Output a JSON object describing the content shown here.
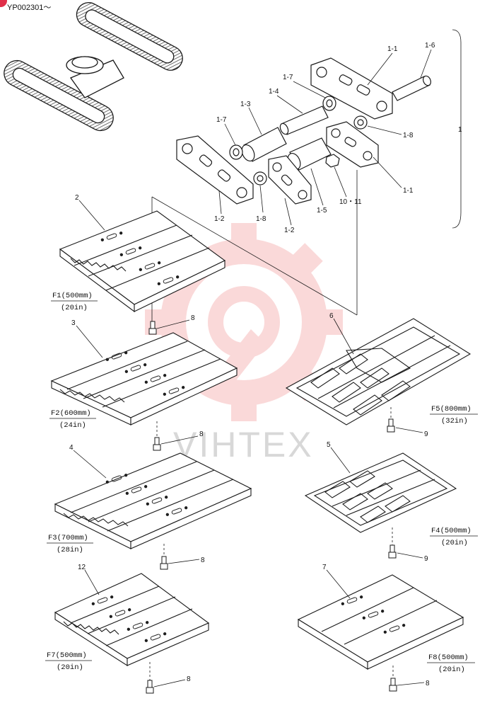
{
  "header": {
    "serial": "YP002301～"
  },
  "watermark": {
    "text": "VIHTEX",
    "color": "#f2a0a0"
  },
  "colors": {
    "ink": "#1a1a1a",
    "accent": "#e0304a"
  },
  "part_labels": {
    "p1_1": "1-1",
    "p1_6": "1-6",
    "p1_7a": "1-7",
    "p1_4": "1-4",
    "p1_3": "1-3",
    "p1_7b": "1-7",
    "p1_8a": "1-8",
    "p1": "1",
    "p1_2a": "1-2",
    "p1_8b": "1-8",
    "p1_2b": "1-2",
    "p1_5": "1-5",
    "p10_11": "10・11",
    "p1_1b": "1-1",
    "p2": "2",
    "p3": "3",
    "p4": "4",
    "p5": "5",
    "p6": "6",
    "p7": "7",
    "p12": "12",
    "b8a": "8",
    "b8b": "8",
    "b8c": "8",
    "b8d": "8",
    "b8e": "8",
    "b9a": "9",
    "b9b": "9"
  },
  "shoe_captions": {
    "f1_main": "F1(500mm)",
    "f1_sub": "(20in)",
    "f2_main": "F2(600mm)",
    "f2_sub": "(24in)",
    "f3_main": "F3(700mm)",
    "f3_sub": "(28in)",
    "f7_main": "F7(500mm)",
    "f7_sub": "(20in)",
    "f5_main": "F5(800mm)",
    "f5_sub": "(32in)",
    "f4_main": "F4(500mm)",
    "f4_sub": "(20in)",
    "f8_main": "F8(500mm)",
    "f8_sub": "(20in)"
  }
}
